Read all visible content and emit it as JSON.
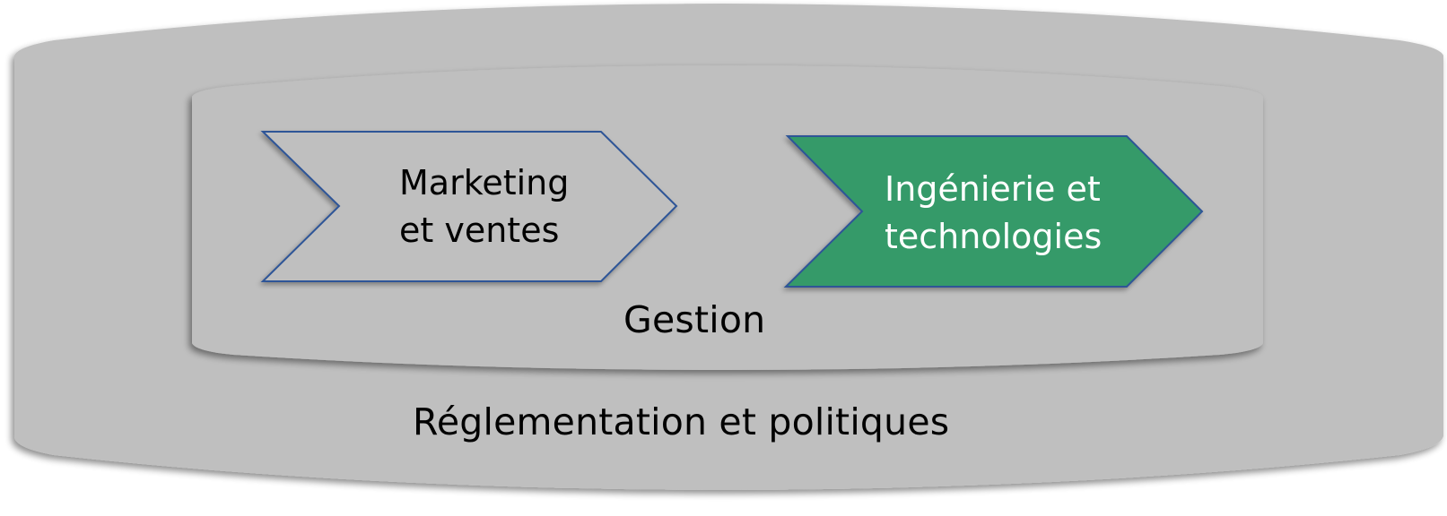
{
  "diagram": {
    "colors": {
      "background": "#ffffff",
      "layer_fill": "#bfbfbf",
      "layer_shadow": "#7f7f7f",
      "chevron_outline": "#2f5597",
      "chevron_active_fill": "#359a69",
      "chevron_inactive_fill": "#bfbfbf",
      "text_dark": "#000000",
      "text_light": "#ffffff"
    },
    "outer_layer": {
      "label": "Réglementation et politiques"
    },
    "inner_layer": {
      "label": "Gestion"
    },
    "chevrons": [
      {
        "line1": "Marketing",
        "line2": "et ventes",
        "style": "outline"
      },
      {
        "line1": "Ingénierie et",
        "line2": "technologies",
        "style": "filled-green"
      }
    ]
  }
}
